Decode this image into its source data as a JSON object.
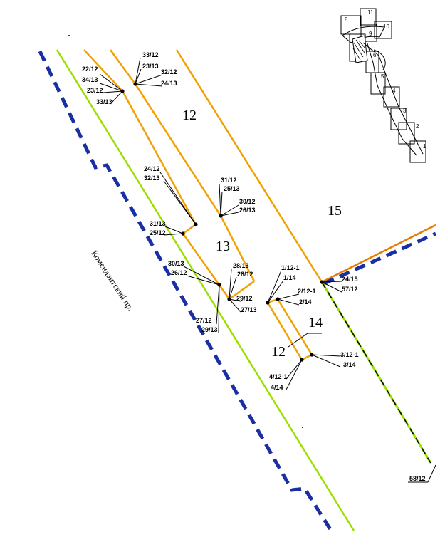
{
  "map": {
    "street_label": "Комендантский пр.",
    "zones": [
      "12",
      "13",
      "15",
      "14",
      "12"
    ],
    "lot_labels": [
      "33/12",
      "23/13",
      "22/12",
      "34/13",
      "32/12",
      "24/13",
      "23/12",
      "33/13",
      "24/12",
      "32/13",
      "31/12",
      "25/13",
      "30/12",
      "26/13",
      "31/13",
      "25/12",
      "30/13",
      "26/12",
      "28/13",
      "28/12",
      "29/12",
      "27/13",
      "27/12",
      "29/13",
      "1/12-1",
      "1/14",
      "2/12-1",
      "2/14",
      "24/15",
      "57/12",
      "3/12-1",
      "3/14",
      "4/12-1",
      "4/14",
      "58/12"
    ],
    "inset_sheets": [
      "11",
      "8",
      "10",
      "9",
      "6",
      "5",
      "4",
      "3",
      "2",
      "1"
    ],
    "colors": {
      "parcel_line": "#f2a100",
      "red_line": "#e87a00",
      "boundary_dashed": "#1a2fa3",
      "green_line": "#9be000",
      "black": "#000000"
    }
  }
}
